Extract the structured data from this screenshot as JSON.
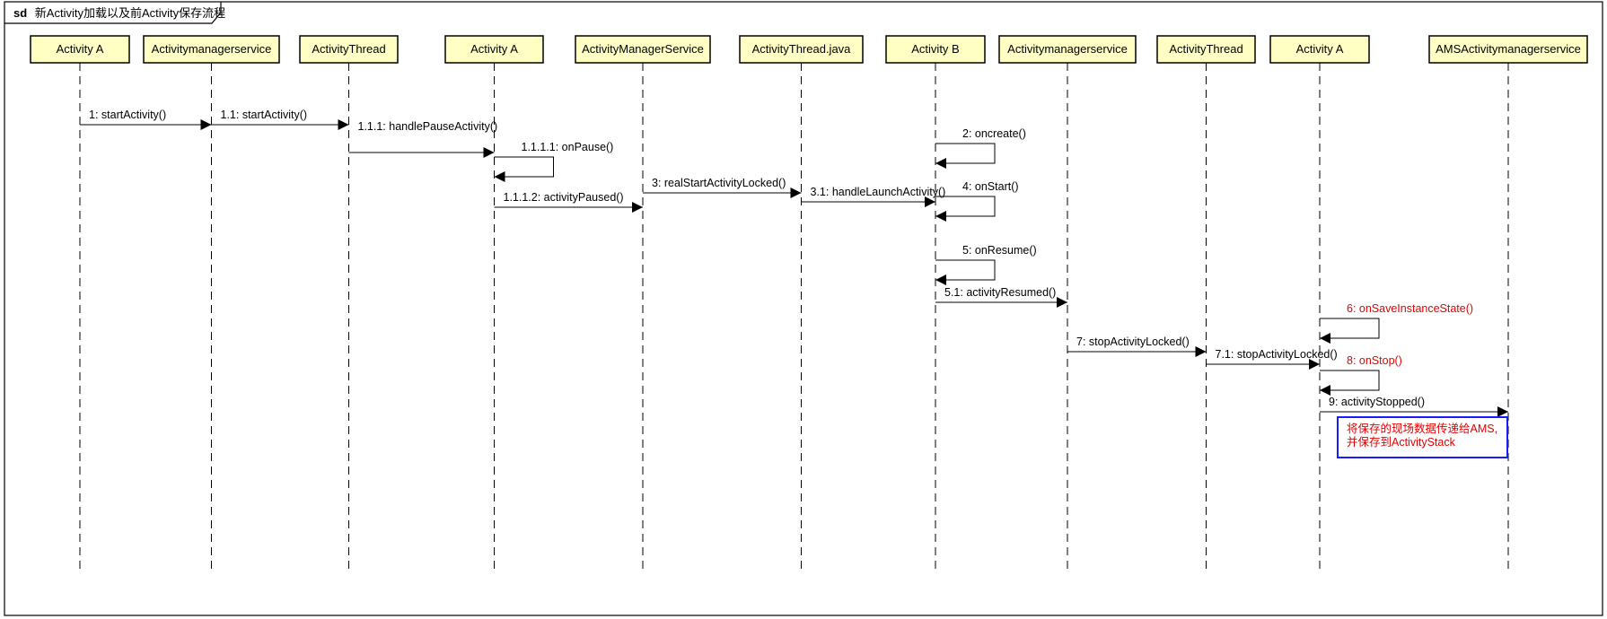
{
  "frame": {
    "keyword": "sd",
    "title": "新Activity加载以及前Activity保存流程"
  },
  "lifelines": [
    {
      "id": "L0",
      "label": "Activity A"
    },
    {
      "id": "L1",
      "label": "Activitymanagerservice"
    },
    {
      "id": "L2",
      "label": "ActivityThread"
    },
    {
      "id": "L3",
      "label": "Activity A"
    },
    {
      "id": "L4",
      "label": "ActivityManagerService"
    },
    {
      "id": "L5",
      "label": "ActivityThread.java"
    },
    {
      "id": "L6",
      "label": "Activity B"
    },
    {
      "id": "L7",
      "label": "Activitymanagerservice"
    },
    {
      "id": "L8",
      "label": "ActivityThread"
    },
    {
      "id": "L9",
      "label": "Activity A"
    },
    {
      "id": "L10",
      "label": "AMSActivitymanagerservice"
    }
  ],
  "messages": [
    {
      "label": "1: startActivity()",
      "from": 0,
      "to": 1,
      "self": false,
      "highlight": false
    },
    {
      "label": "1.1: startActivity()",
      "from": 1,
      "to": 2,
      "self": false,
      "highlight": false
    },
    {
      "label": "1.1.1: handlePauseActivity()",
      "from": 2,
      "to": 3,
      "self": false,
      "highlight": false
    },
    {
      "label": "1.1.1.1: onPause()",
      "from": 3,
      "to": 3,
      "self": true,
      "highlight": false
    },
    {
      "label": "1.1.1.2: activityPaused()",
      "from": 3,
      "to": 4,
      "self": false,
      "highlight": false
    },
    {
      "label": "3: realStartActivityLocked()",
      "from": 4,
      "to": 5,
      "self": false,
      "highlight": false
    },
    {
      "label": "3.1: handleLaunchActivity()",
      "from": 5,
      "to": 6,
      "self": false,
      "highlight": false
    },
    {
      "label": "2: oncreate()",
      "from": 6,
      "to": 6,
      "self": true,
      "highlight": false
    },
    {
      "label": "4: onStart()",
      "from": 6,
      "to": 6,
      "self": true,
      "highlight": false
    },
    {
      "label": "5: onResume()",
      "from": 6,
      "to": 6,
      "self": true,
      "highlight": false
    },
    {
      "label": "5.1: activityResumed()",
      "from": 6,
      "to": 7,
      "self": false,
      "highlight": false
    },
    {
      "label": "6: onSaveInstanceState()",
      "from": 9,
      "to": 9,
      "self": true,
      "highlight": true
    },
    {
      "label": "7: stopActivityLocked()",
      "from": 7,
      "to": 8,
      "self": false,
      "highlight": false
    },
    {
      "label": "7.1: stopActivityLocked()",
      "from": 8,
      "to": 9,
      "self": false,
      "highlight": false
    },
    {
      "label": "8: onStop()",
      "from": 9,
      "to": 9,
      "self": true,
      "highlight": true
    },
    {
      "label": "9: activityStopped()",
      "from": 9,
      "to": 10,
      "self": false,
      "highlight": false
    }
  ],
  "note": {
    "lines": [
      "将保存的现场数据传递给AMS,",
      "并保存到ActivityStack"
    ],
    "line_color": "#1a1aff",
    "text_color": "#e60000"
  },
  "colors": {
    "lifeline_fill": "#ffffc4",
    "highlight_text": "#e60000"
  }
}
